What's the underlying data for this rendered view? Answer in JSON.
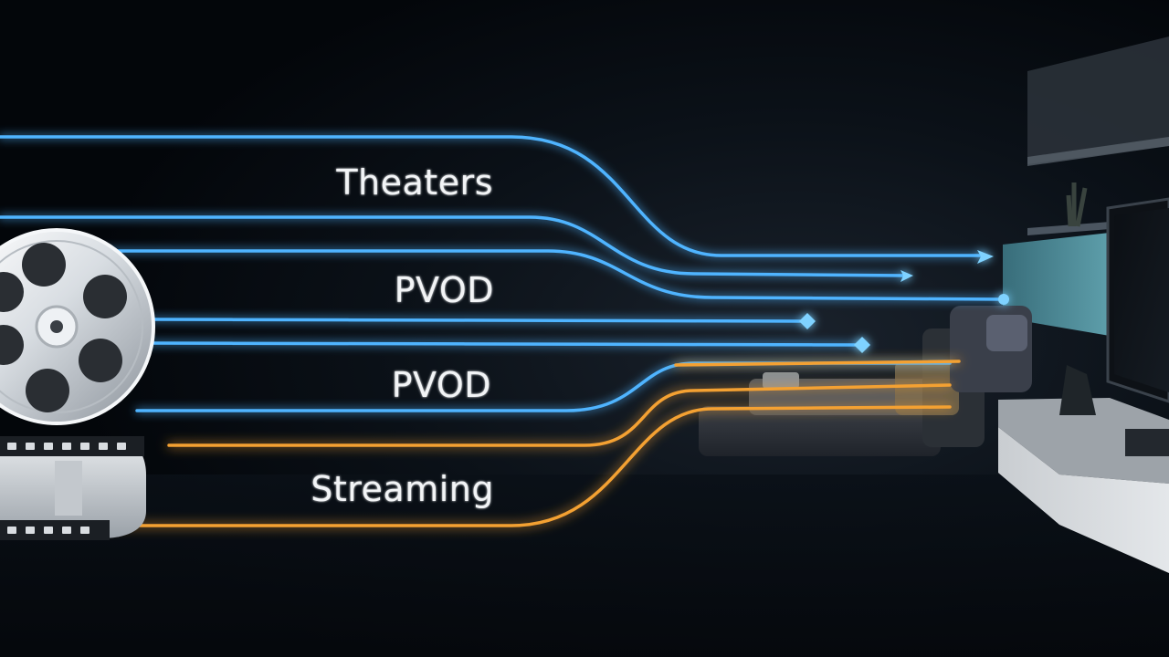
{
  "labels": {
    "theaters": "Theaters",
    "pvod_1": "PVOD",
    "pvod_2": "PVOD",
    "streaming": "Streaming"
  },
  "colors": {
    "background": "#05080d",
    "blue_stream": "#4fb4ff",
    "orange_stream": "#f4a133",
    "text": "#f2f4f6"
  },
  "icons": [
    "film-reel-icon",
    "film-strip-icon",
    "television-icon"
  ]
}
